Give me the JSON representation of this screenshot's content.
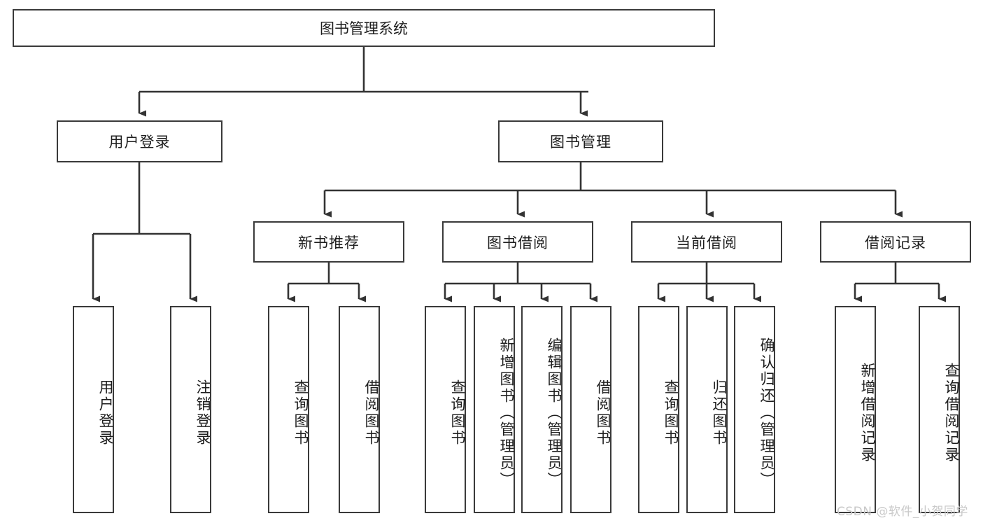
{
  "diagram": {
    "title": "图书管理系统",
    "type": "tree",
    "watermark": "CSDN @软件_小贺同学",
    "colors": {
      "box_border": "#3a3a3a",
      "box_fill": "#ffffff",
      "connector": "#333333",
      "text": "#1d1d1d",
      "watermark": "#c9c9c9",
      "background": "#ffffff"
    },
    "root": {
      "label": "图书管理系统"
    },
    "level2": [
      {
        "label": "用户登录"
      },
      {
        "label": "图书管理"
      }
    ],
    "level3": [
      {
        "label": "新书推荐"
      },
      {
        "label": "图书借阅"
      },
      {
        "label": "当前借阅"
      },
      {
        "label": "借阅记录"
      }
    ],
    "leaves": {
      "user_login": [
        {
          "label": "用户登录"
        },
        {
          "label": "注销登录"
        }
      ],
      "new_book_recommend": [
        {
          "label": "查询图书"
        },
        {
          "label": "借阅图书"
        }
      ],
      "book_borrow": [
        {
          "label": "查询图书"
        },
        {
          "label": "新增图书（管理员）"
        },
        {
          "label": "编辑图书（管理员）"
        },
        {
          "label": "借阅图书"
        }
      ],
      "current_borrow": [
        {
          "label": "查询图书"
        },
        {
          "label": "归还图书"
        },
        {
          "label": "确认归还（管理员）"
        }
      ],
      "borrow_record": [
        {
          "label": "新增借阅记录"
        },
        {
          "label": "查询借阅记录"
        }
      ]
    }
  }
}
